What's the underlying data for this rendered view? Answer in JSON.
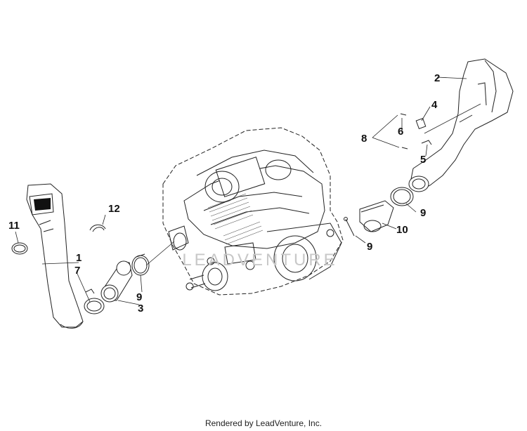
{
  "watermark": {
    "text": "LEADVENTURE",
    "color": "#c8c8c8"
  },
  "part_labels": [
    "1",
    "2",
    "3",
    "4",
    "5",
    "6",
    "7",
    "8",
    "9",
    "9",
    "9",
    "10",
    "11",
    "12"
  ],
  "footer": {
    "text": "Rendered by LeadVenture, Inc."
  }
}
